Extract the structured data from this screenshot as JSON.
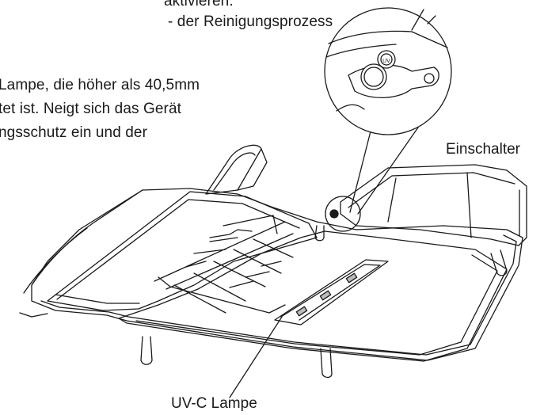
{
  "text": {
    "lines": [
      "aktivieren.",
      "- der Reinigungsprozess",
      "Lampe, die höher als 40,5mm",
      "tet ist. Neigt sich das Gerät",
      "ngsschutz ein und der"
    ]
  },
  "labels": {
    "power_switch": "Einschalter",
    "uvc_lamp": "UV-C Lampe"
  },
  "detail": {
    "badge": "UV"
  }
}
